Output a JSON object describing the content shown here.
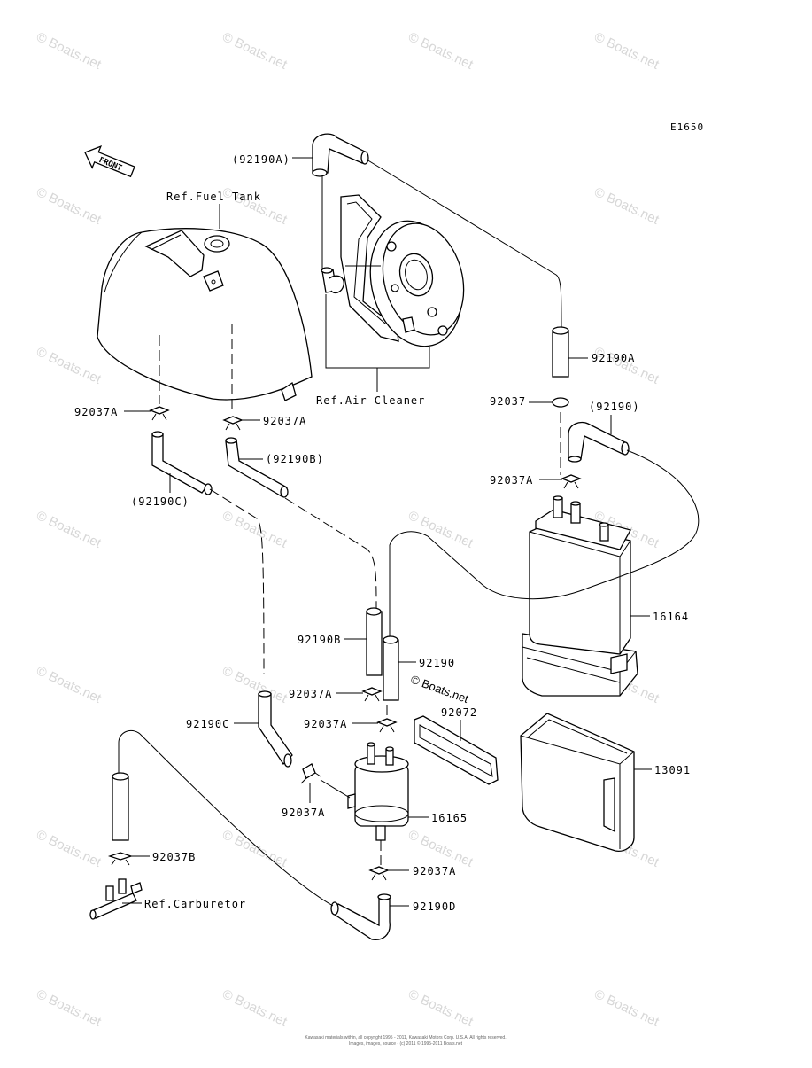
{
  "figure_code": "E1650",
  "front_arrow": "FRONT",
  "refs": {
    "fuel_tank": "Ref.Fuel Tank",
    "air_cleaner": "Ref.Air Cleaner",
    "carburetor": "Ref.Carburetor"
  },
  "callouts": {
    "c_92190A_paren": "(92190A)",
    "c_92190A": "92190A",
    "c_92037A_1": "92037A",
    "c_92037A_2": "92037A",
    "c_92037": "92037",
    "c_92190_paren": "(92190)",
    "c_92190B_paren": "(92190B)",
    "c_92190C_paren": "(92190C)",
    "c_92037A_3": "92037A",
    "c_16164": "16164",
    "c_92190B": "92190B",
    "c_92190": "92190",
    "c_92037A_4": "92037A",
    "c_92037A_5": "92037A",
    "c_92072": "92072",
    "c_92190C": "92190C",
    "c_13091": "13091",
    "c_92037A_6": "92037A",
    "c_16165": "16165",
    "c_92037B": "92037B",
    "c_92037A_7": "92037A",
    "c_92190D": "92190D"
  },
  "inline_mark": "© Boats.net",
  "watermark": "© Boats.net",
  "copyright_lines": [
    "Kawasaki materials within, all copyright 1995 - 2011, Kawasaki Motors Corp. U.S.A. All rights reserved.",
    "Images, images, source - (c) 2011 © 1995-2011 Boats.net"
  ],
  "colors": {
    "ink": "#000000",
    "watermark": "#d7d7d7"
  }
}
